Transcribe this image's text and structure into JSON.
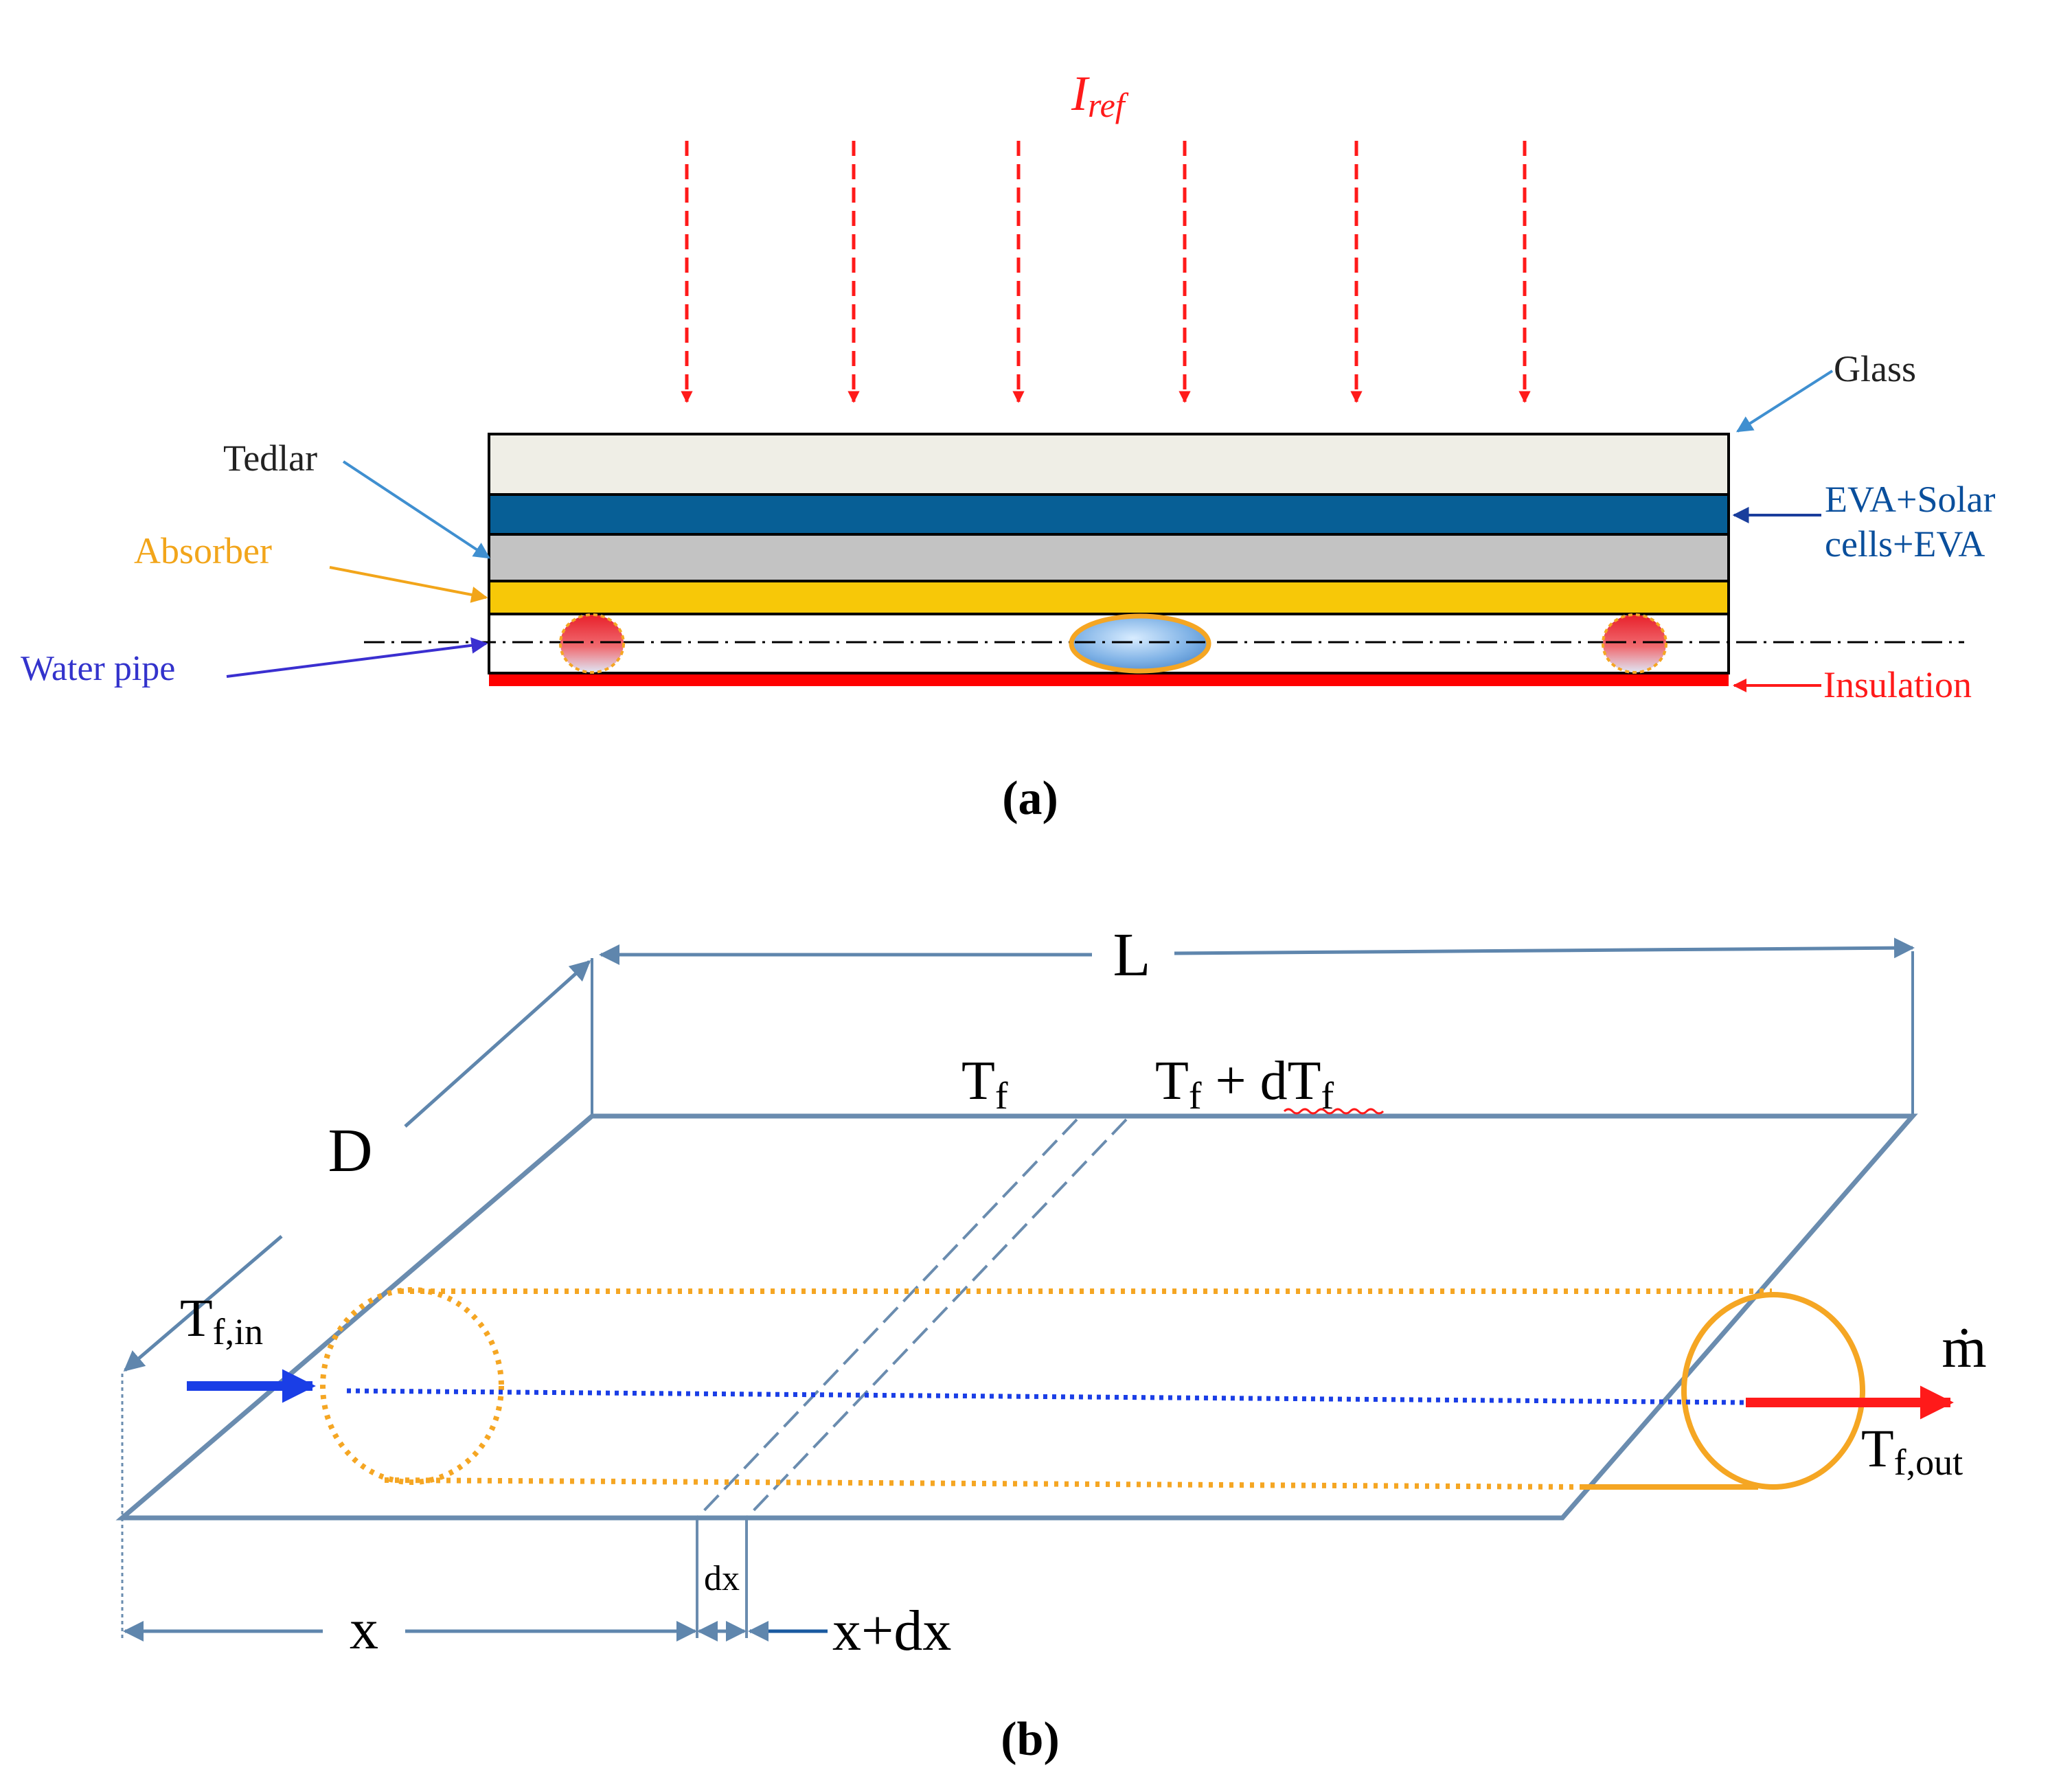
{
  "panel_a": {
    "irradiance_symbol": "I",
    "irradiance_subscript": "ref",
    "labels": {
      "glass": "Glass",
      "tedlar": "Tedlar",
      "absorber": "Absorber",
      "eva_line1": "EVA+Solar",
      "eva_line2": "cells+EVA",
      "water_pipe": "Water pipe",
      "insulation": "Insulation"
    },
    "caption": "(a)"
  },
  "panel_b": {
    "length_label": "L",
    "depth_label": "D",
    "tf_label": "T",
    "tf_sub": "f",
    "tf_dtf_main": "T",
    "tf_dtf_sub": "f",
    "tf_dtf_plus": " + dT",
    "tf_dtf_sub2": "f",
    "inlet_main": "T",
    "inlet_sub": "f,in",
    "outlet_main": "T",
    "outlet_sub": "f,out",
    "mass_flow": "ṁ",
    "x_label": "x",
    "dx_label": "dx",
    "x_dx_label": "x+dx",
    "caption": "(b)"
  },
  "colors": {
    "glass": "#efeee6",
    "eva": "#075f96",
    "tedlar": "#c3c3c3",
    "absorber": "#f7c808",
    "insulation": "#ff0000",
    "sun_arrows": "#ff2020",
    "frame": "#6a8caf",
    "pipe": "#f5a623",
    "water_label": "#3333cc",
    "eva_label": "#0a4f9c"
  }
}
